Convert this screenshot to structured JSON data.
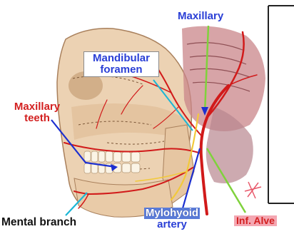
{
  "labels": {
    "maxillary": "Maxillary",
    "mandibular_foramen_line1": "Mandibular",
    "mandibular_foramen_line2": "foramen",
    "maxillary_teeth_line1": "Maxillary",
    "maxillary_teeth_line2": "teeth",
    "mental_branch": "Mental branch",
    "mylohyoid_line1": "Mylohyoid",
    "mylohyoid_line2": "artery",
    "inf_alveolar": "Inf. Alve"
  },
  "colors": {
    "blue_label": "#2a3fd6",
    "red_label": "#d32020",
    "artery": "#d11a1a",
    "bone": "#e8c9a6",
    "leader_green": "#7fd23c",
    "leader_blue": "#1c2fd0",
    "leader_cyan": "#1bb6d6",
    "panel_border": "#222222"
  }
}
